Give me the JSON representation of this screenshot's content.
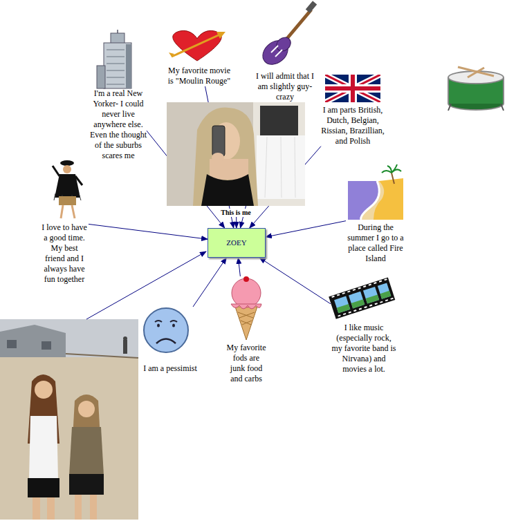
{
  "diagram": {
    "nodes": [
      {
        "text": [
          "I'm a real New Yorker- I could never live anywhere else. Even the thought of the suburbs scares me"
        ]
      },
      {
        "text": [
          "My favorite movie is \"Moulin Rouge\""
        ]
      },
      {
        "text": [
          "I will admit that I am slightly guy-crazy"
        ]
      },
      {
        "text": [
          "I am parts British, Dutch, Belgian, Rissian, Brazillian, and Polish"
        ]
      },
      {
        "text": [
          "This is me"
        ]
      },
      {
        "text": [
          "ZOEY"
        ]
      },
      {
        "text": [
          "I love to have a good time. My best friend and I always have fun together"
        ]
      },
      {
        "text": [
          "During the summer I go to a place called Fire Island"
        ]
      },
      {
        "text": [
          "I am a pessimist"
        ]
      },
      {
        "text": [
          "My favorite fods are junk food and carbs"
        ]
      },
      {
        "text": [
          "I like music (especially rock, my favorite band is Nirvana) and movies a lot."
        ]
      }
    ],
    "edges": [
      {
        "from": 0,
        "to": 5,
        "arrow": "to"
      },
      {
        "from": 1,
        "to": 5,
        "arrow": "to"
      },
      {
        "from": 2,
        "to": 5,
        "arrow": "to"
      },
      {
        "from": 3,
        "to": 5,
        "arrow": "to"
      },
      {
        "from": 4,
        "to": 5,
        "arrow": "to"
      },
      {
        "from": 6,
        "to": 5,
        "arrow": "to"
      },
      {
        "from": 7,
        "to": 5,
        "arrow": "to"
      },
      {
        "from": 8,
        "to": 5,
        "arrow": "to"
      },
      {
        "from": 9,
        "to": 5,
        "arrow": "to"
      },
      {
        "from": 10,
        "to": 5,
        "arrow": "to"
      }
    ]
  }
}
